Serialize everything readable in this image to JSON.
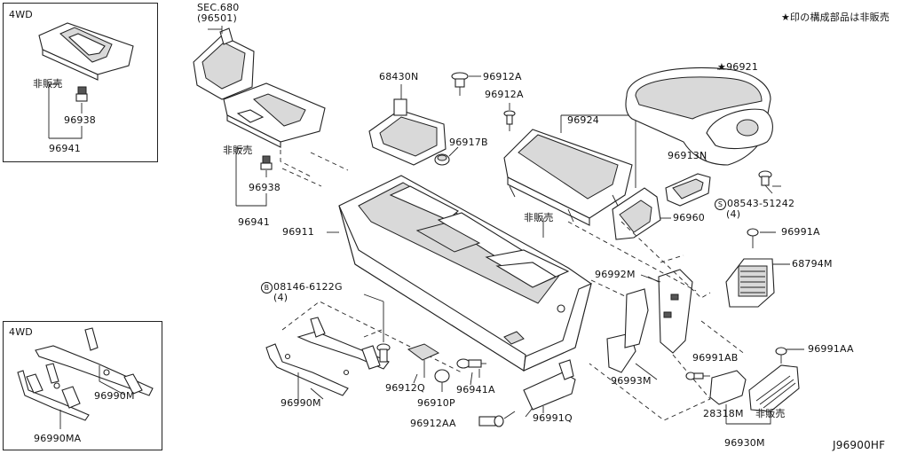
{
  "note": "★印の構成部品は非販売",
  "diagram_code": "J96900HF",
  "insets": {
    "top_left": {
      "tag": "4WD",
      "not_sold": "非販売",
      "part_a": "96938",
      "part_b": "96941"
    },
    "bottom_left": {
      "tag": "4WD",
      "part_a": "96990M",
      "part_b": "96990MA"
    }
  },
  "labels": {
    "sec680": "SEC.680",
    "sec680_sub": "(96501)",
    "p68430N": "68430N",
    "p96912A_1": "96912A",
    "p96912A_2": "96912A",
    "p96917B": "96917B",
    "p96924": "96924",
    "p96921": "96921",
    "p96913N": "96913N",
    "s_mark": "S",
    "p08543": "08543-51242",
    "p08543_qty": "(4)",
    "p96960": "96960",
    "p96991A": "96991A",
    "p68794M": "68794M",
    "not_sold_1": "非販売",
    "p96938": "96938",
    "p96941": "96941",
    "p96911": "96911",
    "not_sold_2": "非販売",
    "p96992M": "96992M",
    "b_mark": "B",
    "p08146": "08146-6122G",
    "p08146_qty": "(4)",
    "p96993M": "96993M",
    "p96991AA": "96991AA",
    "p96991AB": "96991AB",
    "p96990M": "96990M",
    "p96912Q": "96912Q",
    "p96941A": "96941A",
    "p96910P": "96910P",
    "p28318M": "28318M",
    "not_sold_3": "非販売",
    "p96912AA": "96912AA",
    "p96991Q": "96991Q",
    "p96930M": "96930M"
  },
  "icons": [
    "bracket-icon",
    "screw-icon",
    "clip-icon",
    "vent-icon"
  ]
}
